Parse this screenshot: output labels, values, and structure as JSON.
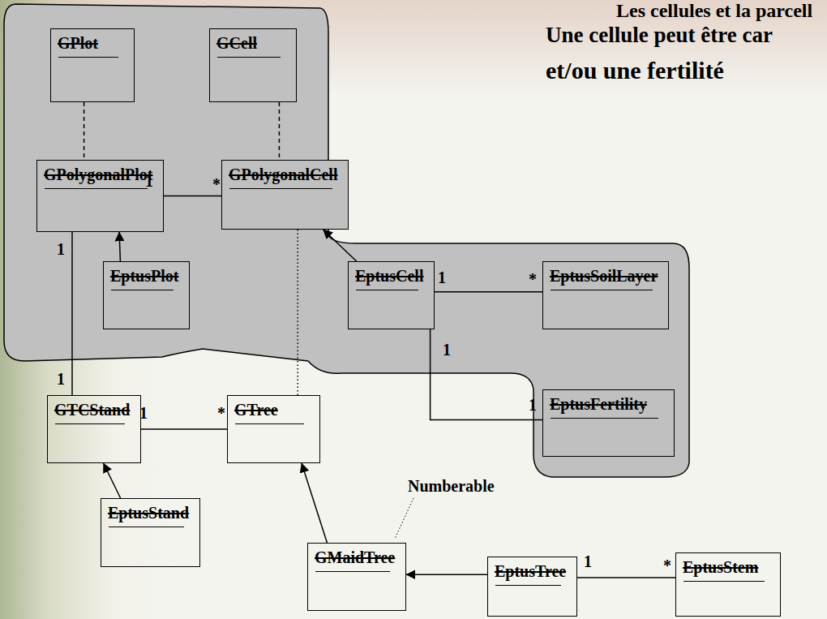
{
  "diagram": {
    "title": "Les cellules et la parcell",
    "nodes": [
      {
        "text": [
          "GPlot"
        ]
      },
      {
        "text": [
          "GCell"
        ]
      },
      {
        "text": [
          "GPolygonalPlot"
        ]
      },
      {
        "text": [
          "GPolygonalCell"
        ]
      },
      {
        "text": [
          "EptusPlot"
        ]
      },
      {
        "text": [
          "EptusCell"
        ]
      },
      {
        "text": [
          "EptusSoilLayer"
        ]
      },
      {
        "text": [
          "EptusFertility"
        ]
      },
      {
        "text": [
          "GTCStand"
        ]
      },
      {
        "text": [
          "GTree"
        ]
      },
      {
        "text": [
          "EptusStand"
        ]
      },
      {
        "text": [
          "GMaidTree"
        ]
      },
      {
        "text": [
          "EptusTree"
        ]
      },
      {
        "text": [
          "EptusStem"
        ]
      }
    ],
    "edges": [
      {
        "from": 0,
        "to": 2,
        "arrow": "none"
      },
      {
        "from": 1,
        "to": 3,
        "arrow": "none"
      },
      {
        "from": 2,
        "to": 3,
        "arrow": "none"
      },
      {
        "from": 4,
        "to": 2,
        "arrow": "to"
      },
      {
        "from": 5,
        "to": 3,
        "arrow": "to"
      },
      {
        "from": 5,
        "to": 6,
        "arrow": "none"
      },
      {
        "from": 5,
        "to": 7,
        "arrow": "none"
      },
      {
        "from": 2,
        "to": 8,
        "arrow": "none"
      },
      {
        "from": 8,
        "to": 9,
        "arrow": "none"
      },
      {
        "from": 10,
        "to": 8,
        "arrow": "to"
      },
      {
        "from": 11,
        "to": 9,
        "arrow": "to"
      },
      {
        "from": 12,
        "to": 11,
        "arrow": "to"
      },
      {
        "from": 12,
        "to": 13,
        "arrow": "none"
      },
      {
        "from": 3,
        "to": 9,
        "arrow": "none"
      }
    ],
    "labels": [
      "Une cellule peut être car",
      "et/ou une fertilité",
      "1",
      "*",
      "1",
      "1",
      "*",
      "1",
      "1",
      "1",
      "1",
      "*",
      "Numberable",
      "1",
      "*"
    ]
  }
}
